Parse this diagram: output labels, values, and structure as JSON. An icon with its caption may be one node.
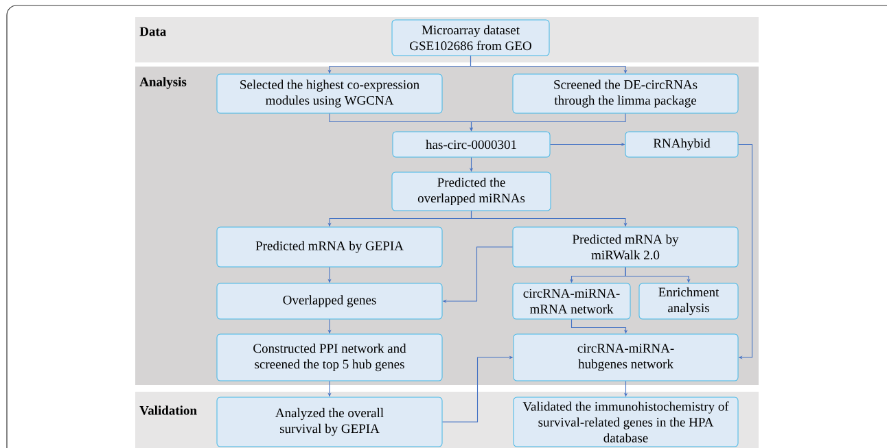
{
  "diagram": {
    "nodes": [
      {
        "text": [
          "Data"
        ]
      },
      {
        "text": [
          "Microarray dataset GSE102686 from GEO"
        ],
        "in": 0
      },
      {
        "text": [
          "Analysis"
        ]
      },
      {
        "text": [
          "Selected the highest co-expression modules using WGCNA"
        ],
        "in": 2
      },
      {
        "text": [
          "Screened the DE-circRNAs through the limma package"
        ],
        "in": 2
      },
      {
        "text": [
          "has-circ-0000301"
        ],
        "in": 2
      },
      {
        "text": [
          "RNAhybid"
        ],
        "in": 2
      },
      {
        "text": [
          "Predicted the overlapped miRNAs"
        ],
        "in": 2
      },
      {
        "text": [
          "Predicted mRNA by GEPIA"
        ],
        "in": 2
      },
      {
        "text": [
          "Predicted mRNA by miRWalk 2.0"
        ],
        "in": 2
      },
      {
        "text": [
          "Overlapped genes"
        ],
        "in": 2
      },
      {
        "text": [
          "circRNA-miRNA-mRNA network"
        ],
        "in": 2
      },
      {
        "text": [
          "Enrichment analysis"
        ],
        "in": 2
      },
      {
        "text": [
          "Constructed PPI network and screened the top 5 hub genes"
        ],
        "in": 2
      },
      {
        "text": [
          "circRNA-miRNA-hubgenes network"
        ],
        "in": 2
      },
      {
        "text": [
          "Validation"
        ]
      },
      {
        "text": [
          "Analyzed the overall survival by GEPIA"
        ],
        "in": 15
      },
      {
        "text": [
          "Validated the immunohistochemistry of survival-related genes in the HPA database"
        ],
        "in": 15
      }
    ],
    "edges": [
      {
        "from": 1,
        "to": 3,
        "arrow": "to"
      },
      {
        "from": 1,
        "to": 4,
        "arrow": "to"
      },
      {
        "from": 3,
        "to": 5,
        "arrow": "to"
      },
      {
        "from": 4,
        "to": 5,
        "arrow": "to"
      },
      {
        "from": 5,
        "to": 6,
        "arrow": "to"
      },
      {
        "from": 5,
        "to": 7,
        "arrow": "to"
      },
      {
        "from": 7,
        "to": 8,
        "arrow": "to"
      },
      {
        "from": 7,
        "to": 9,
        "arrow": "to"
      },
      {
        "from": 8,
        "to": 10,
        "arrow": "to"
      },
      {
        "from": 9,
        "to": 10,
        "arrow": "to"
      },
      {
        "from": 9,
        "to": 11,
        "arrow": "to"
      },
      {
        "from": 9,
        "to": 12,
        "arrow": "to"
      },
      {
        "from": 10,
        "to": 13,
        "arrow": "to"
      },
      {
        "from": 11,
        "to": 14,
        "arrow": "to"
      },
      {
        "from": 6,
        "to": 14,
        "arrow": "to"
      },
      {
        "from": 13,
        "to": 16,
        "arrow": "to"
      },
      {
        "from": 16,
        "to": 14,
        "arrow": "to"
      },
      {
        "from": 14,
        "to": 17,
        "arrow": "to"
      }
    ]
  }
}
